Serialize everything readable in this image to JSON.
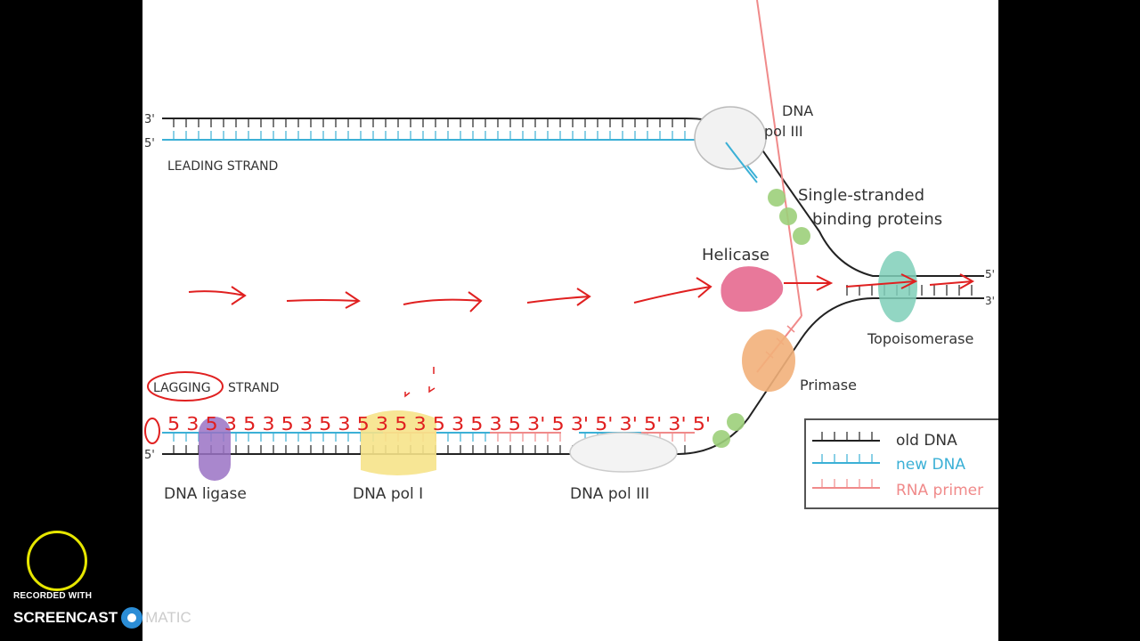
{
  "labels": {
    "dna_pol_iii_top_line1": "DNA",
    "dna_pol_iii_top_line2": "pol III",
    "ssb_line1": "Single-stranded",
    "ssb_line2": "binding proteins",
    "helicase": "Helicase",
    "topoisomerase": "Topoisomerase",
    "primase": "Primase",
    "leading_strand": "LEADING STRAND",
    "lagging_word": "LAGGING",
    "lagging_strand": "STRAND",
    "dna_ligase": "DNA ligase",
    "dna_pol_i": "DNA pol I",
    "dna_pol_iii_bottom": "DNA pol III"
  },
  "strand_ends": {
    "top_upper": "3'",
    "top_lower": "5'",
    "bottom_lower": "5'",
    "right_upper": "5'",
    "right_lower": "3'"
  },
  "handwritten_numbers": "5 3 5 3 5 3 5 3 5 3 5 3 5 3 5 3 5 3 5 3' 5 3' 5' 3' 5' 3' 5'",
  "legend": [
    {
      "label": "old DNA",
      "color": "#222222"
    },
    {
      "label": "new DNA",
      "color": "#3bb0d6"
    },
    {
      "label": "RNA primer",
      "color": "#f08a8a"
    }
  ],
  "watermark": {
    "recorded_with": "RECORDED WITH",
    "brand": "SCREENCAST",
    "brand_suffix": "MATIC"
  }
}
